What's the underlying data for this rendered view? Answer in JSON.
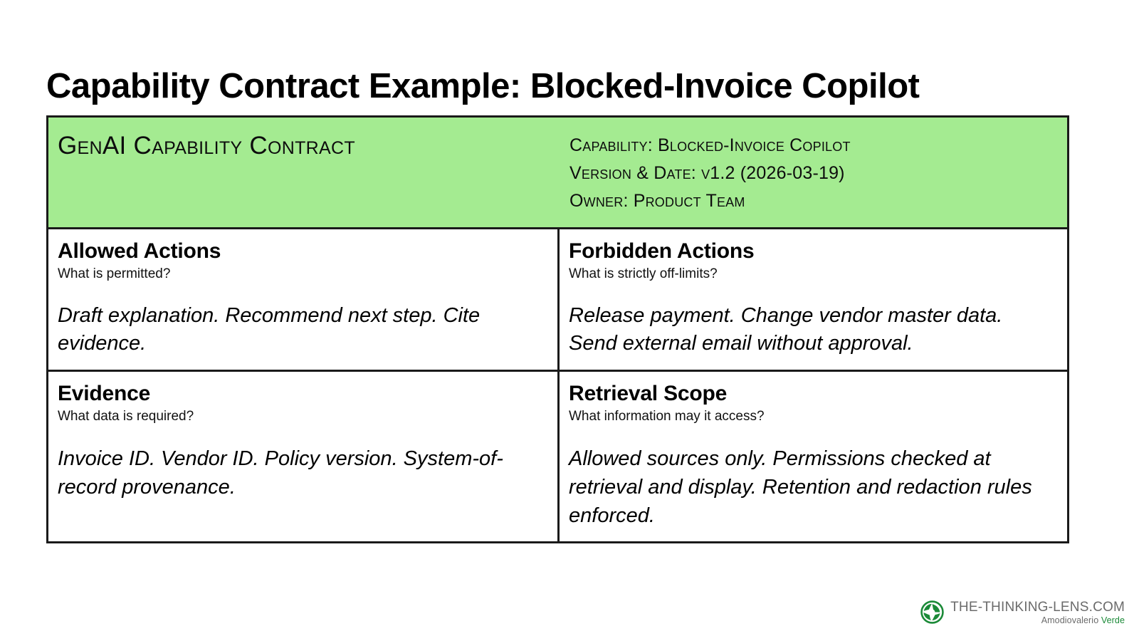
{
  "page": {
    "title": "Capability Contract Example: Blocked-Invoice Copilot",
    "background_color": "#ffffff"
  },
  "colors": {
    "header_green": "#a4eb91",
    "border": "#1a1a1a",
    "text": "#000000",
    "brand_green": "#1b8a38",
    "brand_gray": "#6b6b6b"
  },
  "contract": {
    "header": {
      "title": "GenAI Capability Contract",
      "meta": [
        {
          "label": "Capability:",
          "value": "Blocked-Invoice Copilot",
          "text": "Capability: Blocked-Invoice Copilot"
        },
        {
          "label": "Version & Date:",
          "value": "v1.2 (2026-03-19)",
          "text": "Version & Date: v1.2 (2026-03-19)"
        },
        {
          "label": "Owner:",
          "value": "Product Team",
          "text": "Owner: Product Team"
        }
      ]
    },
    "cells": [
      {
        "heading": "Allowed Actions",
        "prompt": "What is permitted?",
        "content": "Draft explanation. Recommend next step. Cite evidence."
      },
      {
        "heading": "Forbidden Actions",
        "prompt": "What is strictly off-limits?",
        "content": "Release payment. Change vendor master data. Send external email without approval."
      },
      {
        "heading": "Evidence",
        "prompt": "What data is required?",
        "content": "Invoice ID. Vendor ID. Policy version. System-of-record provenance."
      },
      {
        "heading": "Retrieval Scope",
        "prompt": "What information may it access?",
        "content": "Allowed sources only. Permissions checked at retrieval and display. Retention and redaction rules enforced."
      }
    ]
  },
  "brand": {
    "logo_icon": "aperture-lens-icon",
    "domain": "THE-THINKING-LENS.COM",
    "byline_name": "Amodiovalerio",
    "byline_accent": "Verde"
  }
}
